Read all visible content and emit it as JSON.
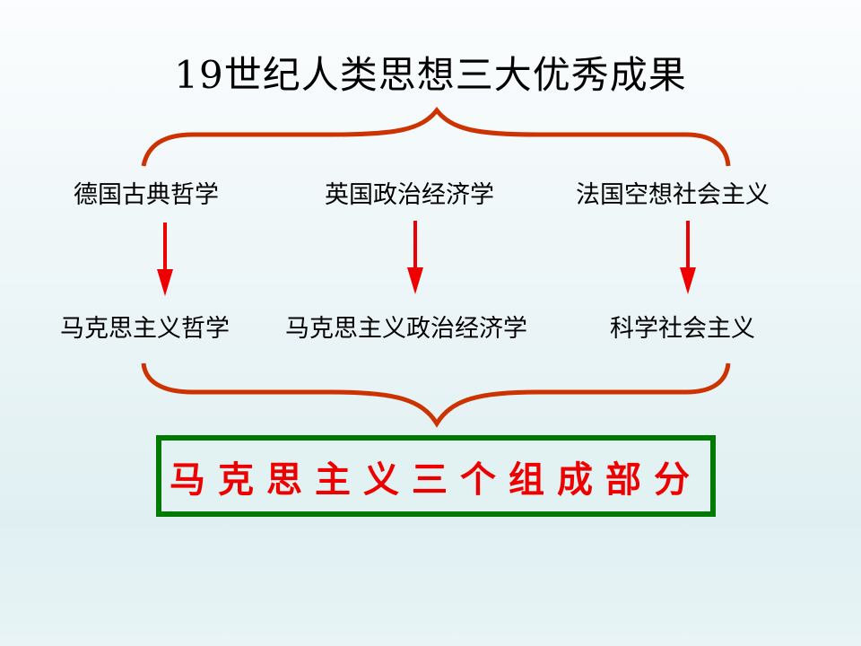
{
  "title": "19世纪人类思想三大优秀成果",
  "sources": [
    {
      "label": "德国古典哲学"
    },
    {
      "label": "英国政治经济学"
    },
    {
      "label": "法国空想社会主义"
    }
  ],
  "results": [
    {
      "label": "马克思主义哲学"
    },
    {
      "label": "马克思主义政治经济学"
    },
    {
      "label": "科学社会主义"
    }
  ],
  "conclusion": "马克思主义三个组成部分",
  "colors": {
    "brace": "#cc3300",
    "arrow": "#ee0000",
    "box_border": "#007a00",
    "conclusion_text": "#ee0000"
  }
}
